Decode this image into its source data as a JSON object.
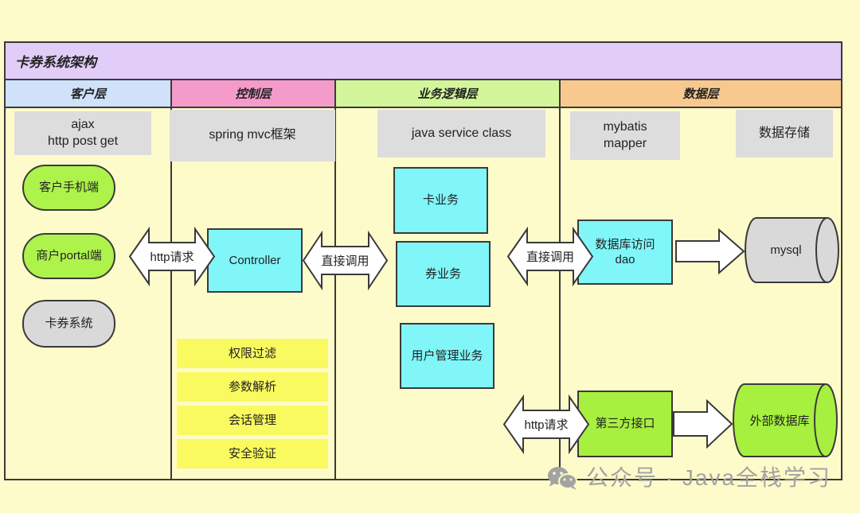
{
  "diagram": {
    "title": "卡券系统架构",
    "headers": {
      "client": "客户层",
      "control": "控制层",
      "business": "业务逻辑层",
      "data": "数据层"
    },
    "client": {
      "tech": [
        "ajax",
        "http post get"
      ],
      "nodes": [
        "客户手机端",
        "商户portal端",
        "卡券系统"
      ]
    },
    "control": {
      "tech": "spring mvc框架",
      "request_arrow": "http请求",
      "controller": "Controller",
      "call_arrow": "直接调用",
      "features": [
        "权限过滤",
        "参数解析",
        "会话管理",
        "安全验证"
      ]
    },
    "business": {
      "tech": "java service class",
      "services": [
        "卡业务",
        "券业务",
        "用户管理业务"
      ]
    },
    "data": {
      "tech": [
        "mybatis",
        "mapper"
      ],
      "storage": "数据存储",
      "call_arrow": "直接调用",
      "dao": [
        "数据库访问",
        "dao"
      ],
      "database": "mysql",
      "request_arrow": "http请求",
      "third_party": "第三方接口",
      "external_database": "外部数据库"
    }
  },
  "watermark": {
    "icon": "wechat-icon",
    "text": "公众号 · Java全栈学习"
  },
  "colors": {
    "background": "#FEFBCA",
    "title_bar": "#E2CDF9",
    "header_client": "#CFE2FA",
    "header_control": "#F59BCB",
    "header_business": "#D3F69B",
    "header_data": "#F7C98F",
    "tech_box": "#DDDDDD",
    "client_node_green": "#AEF24C",
    "client_node_gray": "#D9D9D9",
    "component_cyan": "#80F6F9",
    "feature_yellow": "#F9FA5F",
    "third_party_green": "#A7F03F",
    "database_gray": "#D9D9D9",
    "line": "#3A3A3A",
    "watermark": "#A3A3A3"
  }
}
